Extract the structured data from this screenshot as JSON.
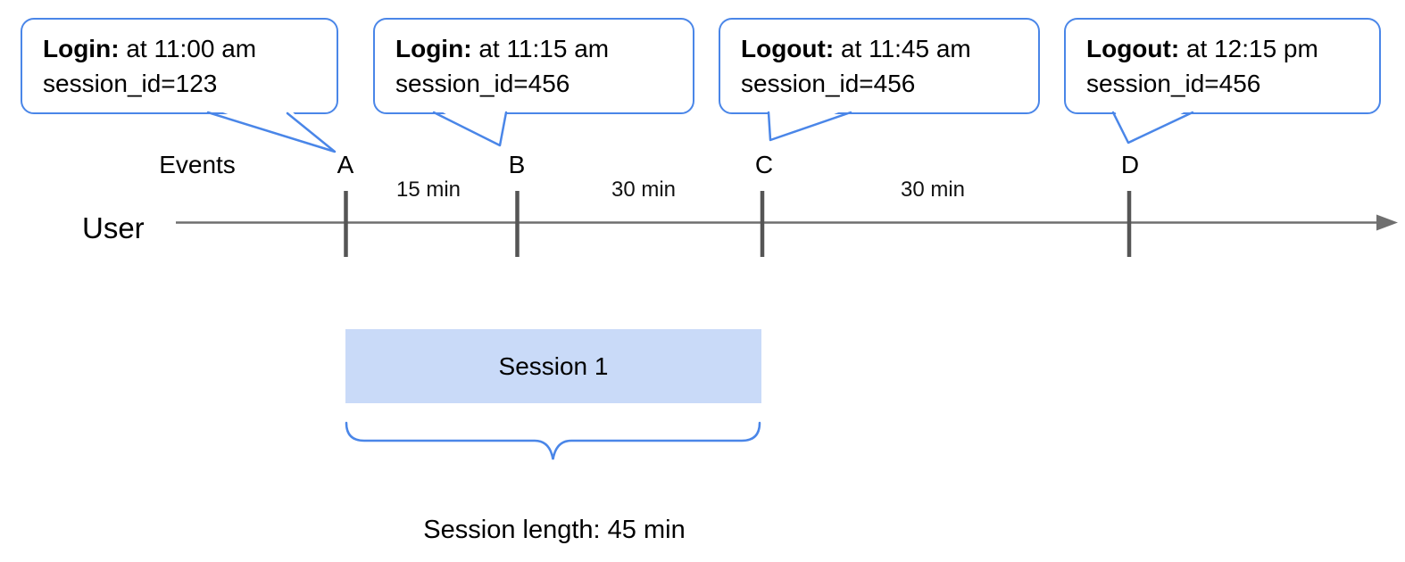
{
  "callouts": [
    {
      "label": "Login:",
      "time": "at 11:00 am",
      "session": "session_id=123"
    },
    {
      "label": "Login:",
      "time": "at 11:15 am",
      "session": "session_id=456"
    },
    {
      "label": "Logout:",
      "time": "at 11:45 am",
      "session": "session_id=456"
    },
    {
      "label": "Logout:",
      "time": "at 12:15 pm",
      "session": "session_id=456"
    }
  ],
  "timeline": {
    "events_label": "Events",
    "row_label": "User",
    "event_markers": [
      "A",
      "B",
      "C",
      "D"
    ],
    "intervals": [
      "15 min",
      "30 min",
      "30 min"
    ]
  },
  "session_block": {
    "label": "Session 1"
  },
  "footer": {
    "session_length": "Session length: 45 min"
  },
  "colors": {
    "accent_blue": "#4a86e8",
    "session_fill": "#c9daf8",
    "axis_gray": "#6f6f6f",
    "tick_gray": "#555555"
  }
}
